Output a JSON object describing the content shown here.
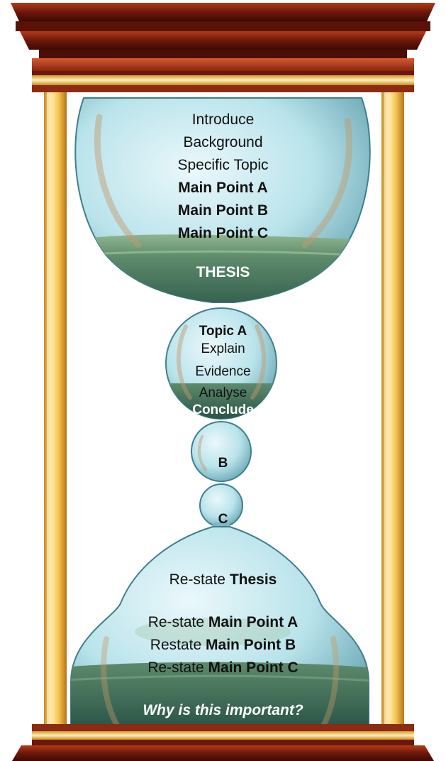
{
  "top_bulb": {
    "lines": [
      "Introduce",
      "Background",
      "Specific Topic"
    ],
    "main_points": [
      "Main Point A",
      "Main Point B",
      "Main Point C"
    ],
    "thesis": "THESIS"
  },
  "topic_a": {
    "title": "Topic A",
    "lines": [
      "Explain",
      "Evidence",
      "Analyse"
    ],
    "conclude": "Conclude"
  },
  "bulb_b": {
    "label": "B"
  },
  "bulb_c": {
    "label": "C"
  },
  "bottom_bulb": {
    "restate_thesis": {
      "prefix": "Re-state ",
      "bold": "Thesis"
    },
    "restate_a": {
      "prefix": "Re-state ",
      "bold": "Main Point A"
    },
    "restate_b": {
      "prefix": "Restate ",
      "bold": "Main Point B"
    },
    "restate_c": {
      "prefix": "Re-state ",
      "bold": "Main Point C"
    },
    "closing_question": "Why is this important?"
  },
  "colors": {
    "frame_wood": "#7a1a0c",
    "frame_gold": "#f5c64a",
    "glass": "#b7e2ea",
    "sand": "#3f6a4f"
  }
}
